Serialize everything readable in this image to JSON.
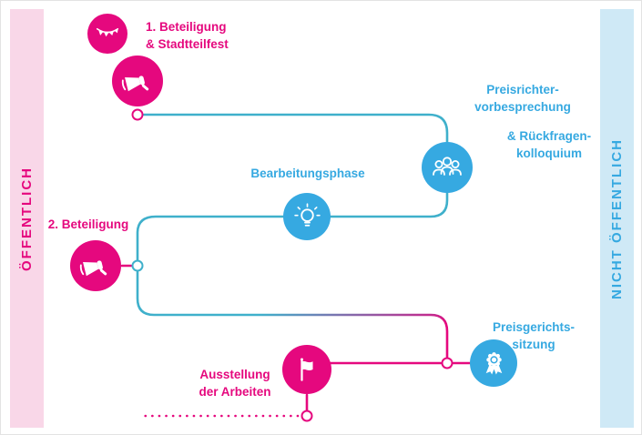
{
  "colors": {
    "pink": "#e5087e",
    "blue": "#36a9e1",
    "teal_line": "#3fb0cb",
    "band_pink_bg": "#f9d7e8",
    "band_blue_bg": "#cfe9f6"
  },
  "bands": {
    "left_label": "ÖFFENTLICH",
    "right_label": "NICHT ÖFFENTLICH"
  },
  "nodes": {
    "participation1": {
      "line1": "1. Beteiligung",
      "line2": "& Stadtteilfest"
    },
    "jury_briefing": {
      "line1": "Preisrichter-",
      "line2": "vorbesprechung",
      "line3": "& Rückfragen-",
      "line4": "kolloquium"
    },
    "working_phase": {
      "label": "Bearbeitungsphase"
    },
    "participation2": {
      "label": "2. Beteiligung"
    },
    "jury_session": {
      "line1": "Preisgerichts-",
      "line2": "sitzung"
    },
    "exhibition": {
      "line1": "Ausstellung",
      "line2": "der Arbeiten"
    }
  },
  "icons": {
    "garland": "garland-icon",
    "megaphone": "megaphone-icon",
    "jury_people": "jury-people-icon",
    "lightbulb": "lightbulb-icon",
    "medal": "medal-icon",
    "flag": "flag-icon"
  }
}
